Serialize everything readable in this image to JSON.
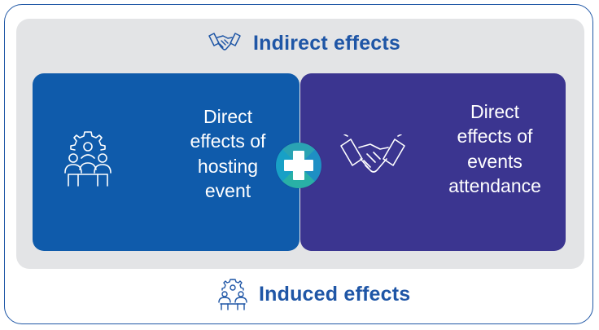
{
  "labels": {
    "indirect": "Indirect effects",
    "induced": "Induced effects",
    "direct_hosting": "Direct\neffects of\nhosting\nevent",
    "direct_attendance": "Direct\neffects of\nevents\nattendance"
  },
  "icons": {
    "indirect": "handshake-icon",
    "induced": "team-gear-icon",
    "hosting": "team-gear-icon",
    "attendance": "handshake-icon",
    "combine": "plus-icon"
  },
  "colors": {
    "border": "#1f57a6",
    "grey_panel": "#e3e4e6",
    "title_text": "#1f56a6",
    "hosting_box": "#0f5bab",
    "attendance_box": "#3b3590",
    "plus_circle": "#2aa3b3"
  }
}
